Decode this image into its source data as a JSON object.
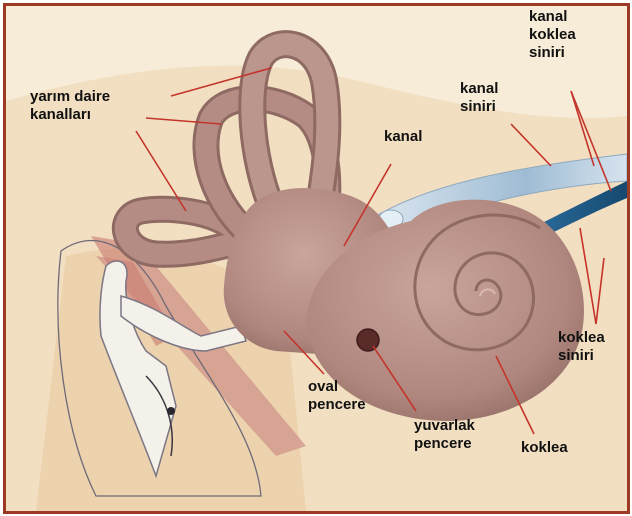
{
  "labels": {
    "semicircular": [
      "yarım daire",
      "kanalları"
    ],
    "canal": "kanal",
    "canal_nerve": [
      "kanal",
      "siniri"
    ],
    "cochlear_canal_nerve": [
      "kanal",
      "koklea",
      "siniri"
    ],
    "cochlear_nerve": [
      "koklea",
      "siniri"
    ],
    "oval_window": [
      "oval",
      "pencere"
    ],
    "round_window": [
      "yuvarlak",
      "pencere"
    ],
    "cochlea": "koklea"
  },
  "colors": {
    "frame": "#9c3a26",
    "background": "#f6ecd8",
    "organ": "#b48c84",
    "organ_shadow": "#8e6a63",
    "leader_line": "#c4342b",
    "nerve_blue": "#1f5d8c",
    "bone": "#f7f4ee"
  }
}
